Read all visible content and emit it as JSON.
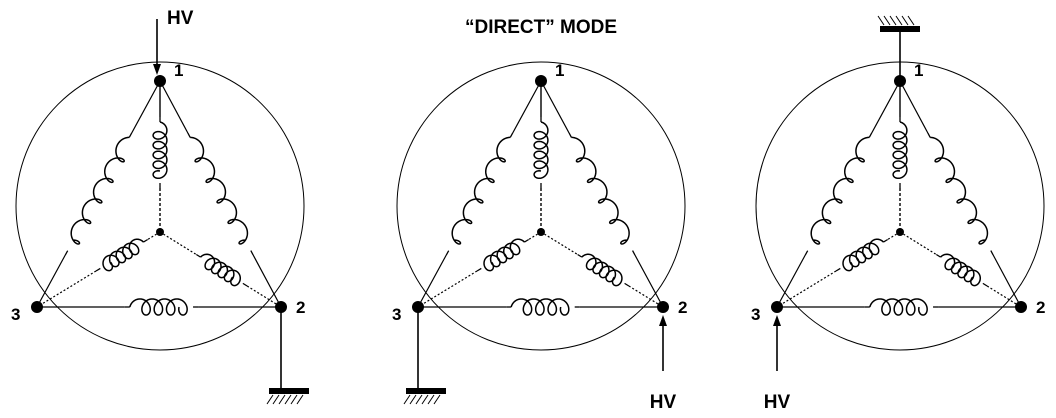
{
  "title": "“DIRECT” MODE",
  "hv_label": "HV",
  "node_labels": [
    "1",
    "2",
    "3"
  ],
  "diagrams": [
    {
      "hv_node": "1",
      "ground_node": "2"
    },
    {
      "hv_node": "2",
      "ground_node": "3"
    },
    {
      "hv_node": "3",
      "ground_node": "1"
    }
  ]
}
